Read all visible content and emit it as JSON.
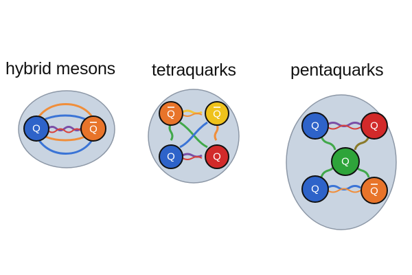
{
  "panels": {
    "hybrid": {
      "title": "hybrid mesons"
    },
    "tetra": {
      "title": "tetraquarks"
    },
    "penta": {
      "title": "pentaquarks"
    }
  },
  "quark_label": "Q",
  "antiquark_label": "Q",
  "colors": {
    "cloud": "#c9d4e1",
    "cloud_stroke": "#8c97a6",
    "blue": "#2e63c9",
    "orange": "#e8742a",
    "yellow": "#efc21b",
    "red": "#d22a2a",
    "green": "#2ea43a",
    "gluon_orange": "#f08e3a",
    "gluon_blue": "#3a74d6",
    "gluon_red": "#d8403a",
    "gluon_purple": "#7a4ea6",
    "gluon_green": "#41a84a",
    "gluon_yellow": "#f2c53a"
  }
}
